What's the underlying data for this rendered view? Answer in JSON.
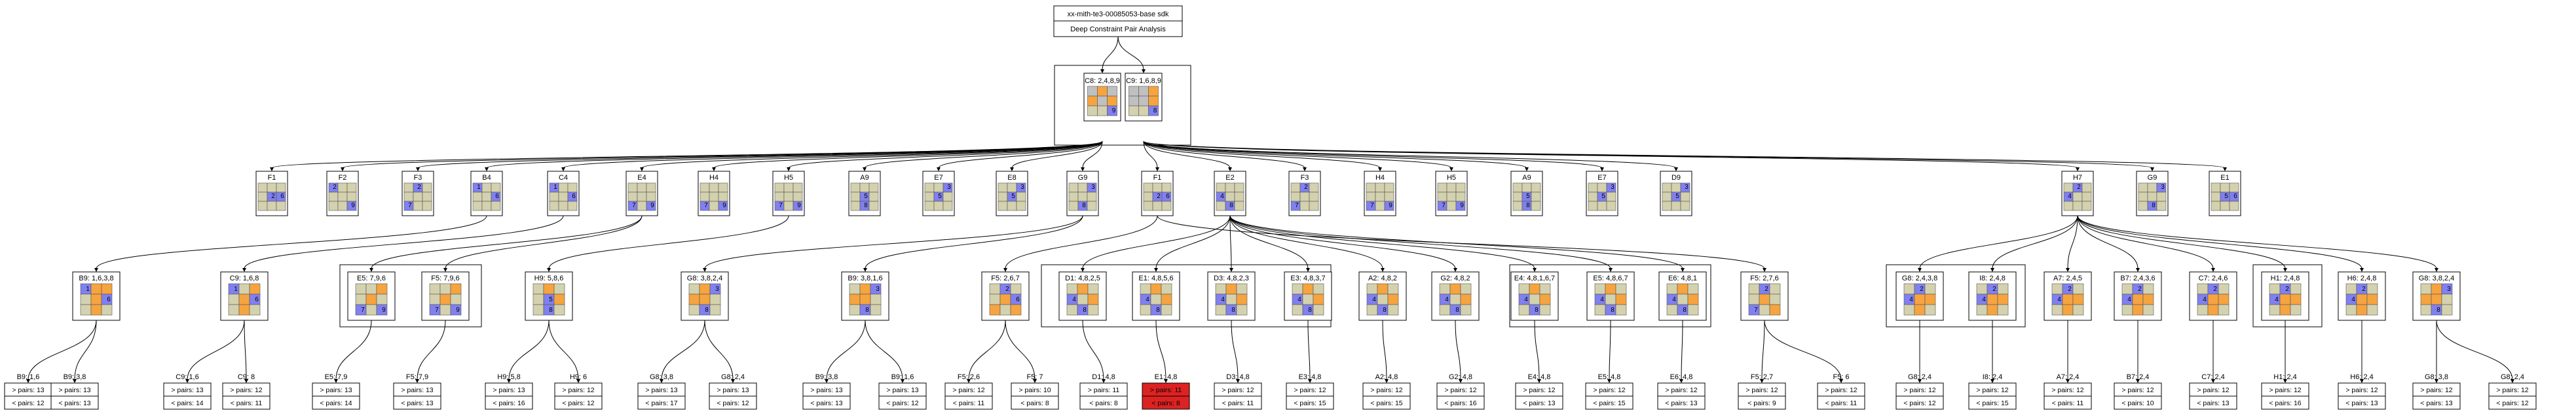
{
  "root": {
    "line1": "xx-mith-te3-00085053-base sdk",
    "line2": "Deep Constraint Pair Analysis"
  },
  "colors": {
    "cell": "#d4d1ae",
    "blue": "#8080f0",
    "orange": "#f6a440",
    "gray": "#c0c0c0",
    "red": "#dd2222",
    "line": "#000000"
  },
  "level1": [
    {
      "title": "C8: 2,4,8,9",
      "marks": {
        "0": "gray",
        "1": "orange",
        "2": "gray",
        "3": "orange",
        "4": "gray",
        "5": "orange",
        "8": "blue"
      },
      "nums": {
        "8": "9"
      }
    },
    {
      "title": "C9: 1,6,8,9",
      "marks": {
        "0": "gray",
        "1": "gray",
        "2": "orange",
        "3": "gray",
        "4": "gray",
        "5": "orange",
        "8": "blue"
      },
      "nums": {
        "8": "8"
      }
    }
  ],
  "level2": [
    {
      "title": "F1",
      "marks": {
        "4": "blue",
        "5": "blue"
      },
      "nums": {
        "4": "2",
        "5": "6"
      }
    },
    {
      "title": "F2",
      "marks": {
        "0": "blue",
        "8": "blue"
      },
      "nums": {
        "0": "2",
        "8": "9"
      }
    },
    {
      "title": "F3",
      "marks": {
        "1": "blue",
        "6": "blue"
      },
      "nums": {
        "1": "2",
        "6": "7"
      }
    },
    {
      "title": "B4",
      "marks": {
        "0": "blue",
        "5": "blue"
      },
      "nums": {
        "0": "1",
        "5": "6"
      }
    },
    {
      "title": "C4",
      "marks": {
        "0": "blue",
        "5": "blue"
      },
      "nums": {
        "0": "1",
        "5": "6"
      }
    },
    {
      "title": "E4",
      "marks": {
        "6": "blue",
        "8": "blue"
      },
      "nums": {
        "6": "7",
        "8": "9"
      }
    },
    {
      "title": "H4",
      "marks": {
        "6": "blue",
        "8": "blue"
      },
      "nums": {
        "6": "7",
        "8": "9"
      }
    },
    {
      "title": "H5",
      "marks": {
        "6": "blue",
        "8": "blue"
      },
      "nums": {
        "6": "7",
        "8": "9"
      }
    },
    {
      "title": "A9",
      "marks": {
        "4": "blue",
        "7": "blue"
      },
      "nums": {
        "4": "5",
        "7": "8"
      }
    },
    {
      "title": "E7",
      "marks": {
        "2": "blue",
        "4": "blue"
      },
      "nums": {
        "2": "3",
        "4": "5"
      }
    },
    {
      "title": "E8",
      "marks": {
        "2": "blue",
        "4": "blue"
      },
      "nums": {
        "2": "3",
        "4": "5"
      }
    },
    {
      "title": "G9",
      "marks": {
        "2": "blue",
        "7": "blue"
      },
      "nums": {
        "2": "3",
        "7": "8"
      }
    },
    {
      "title": "F1",
      "marks": {
        "4": "blue",
        "5": "blue"
      },
      "nums": {
        "4": "2",
        "5": "6"
      }
    },
    {
      "title": "E2",
      "marks": {
        "3": "blue",
        "7": "blue"
      },
      "nums": {
        "3": "4",
        "7": "8"
      }
    },
    {
      "title": "F3",
      "marks": {
        "1": "blue",
        "6": "blue"
      },
      "nums": {
        "1": "2",
        "6": "7"
      }
    },
    {
      "title": "H4",
      "marks": {
        "6": "blue",
        "8": "blue"
      },
      "nums": {
        "6": "7",
        "8": "9"
      }
    },
    {
      "title": "H5",
      "marks": {
        "6": "blue",
        "8": "blue"
      },
      "nums": {
        "6": "7",
        "8": "9"
      }
    },
    {
      "title": "A9",
      "marks": {
        "4": "blue",
        "7": "blue"
      },
      "nums": {
        "4": "5",
        "7": "8"
      }
    },
    {
      "title": "E7",
      "marks": {
        "2": "blue",
        "4": "blue"
      },
      "nums": {
        "2": "3",
        "4": "5"
      }
    },
    {
      "title": "D9",
      "marks": {
        "2": "blue",
        "4": "blue"
      },
      "nums": {
        "2": "3",
        "4": "5"
      }
    },
    {
      "title": "H7",
      "marks": {
        "1": "blue",
        "3": "blue"
      },
      "nums": {
        "1": "2",
        "3": "4"
      }
    },
    {
      "title": "G9",
      "marks": {
        "2": "blue",
        "7": "blue"
      },
      "nums": {
        "2": "3",
        "7": "8"
      }
    },
    {
      "title": "E1",
      "marks": {
        "4": "blue",
        "5": "blue"
      },
      "nums": {
        "4": "5",
        "5": "6"
      }
    }
  ],
  "level3": [
    {
      "title": "B9: 1,6,3,8",
      "marks": {
        "0": "blue",
        "1": "orange",
        "2": "orange",
        "4": "orange",
        "5": "blue",
        "7": "orange"
      },
      "nums": {
        "0": "1",
        "5": "6"
      }
    },
    {
      "title": "C9: 1,6,8",
      "marks": {
        "0": "blue",
        "2": "orange",
        "4": "orange",
        "5": "blue",
        "7": "orange"
      },
      "nums": {
        "0": "1",
        "5": "6"
      }
    },
    {
      "title": "E5: 7,9,6",
      "marks": {
        "2": "orange",
        "4": "orange",
        "6": "blue",
        "8": "blue"
      },
      "nums": {
        "6": "7",
        "8": "9"
      }
    },
    {
      "title": "F5: 7,9,6",
      "marks": {
        "2": "orange",
        "4": "orange",
        "6": "blue",
        "8": "blue"
      },
      "nums": {
        "6": "7",
        "8": "9"
      }
    },
    {
      "title": "H9: 5,8,6",
      "marks": {
        "1": "orange",
        "4": "blue",
        "5": "orange",
        "7": "blue"
      },
      "nums": {
        "4": "5",
        "7": "8"
      }
    },
    {
      "title": "G8: 3,8,2,4",
      "marks": {
        "1": "orange",
        "2": "blue",
        "3": "orange",
        "4": "orange",
        "7": "blue"
      },
      "nums": {
        "2": "3",
        "7": "8"
      }
    },
    {
      "title": "B9: 3,8,1,6",
      "marks": {
        "1": "orange",
        "2": "blue",
        "3": "orange",
        "4": "orange",
        "7": "blue"
      },
      "nums": {
        "2": "3",
        "7": "8"
      }
    },
    {
      "title": "F5: 2,6,7",
      "marks": {
        "1": "blue",
        "4": "orange",
        "5": "blue",
        "6": "orange",
        "8": "orange"
      },
      "nums": {
        "1": "2",
        "5": "6"
      }
    },
    {
      "title": "D1: 4,8,2,5",
      "marks": {
        "1": "orange",
        "3": "blue",
        "5": "orange",
        "7": "blue"
      },
      "nums": {
        "3": "4",
        "7": "8"
      }
    },
    {
      "title": "E1: 4,8,5,6",
      "marks": {
        "1": "orange",
        "3": "blue",
        "5": "orange",
        "7": "blue"
      },
      "nums": {
        "3": "4",
        "7": "8"
      }
    },
    {
      "title": "D3: 4,8,2,3",
      "marks": {
        "1": "orange",
        "3": "blue",
        "5": "orange",
        "7": "blue"
      },
      "nums": {
        "3": "4",
        "7": "8"
      }
    },
    {
      "title": "E3: 4,8,3,7",
      "marks": {
        "1": "orange",
        "3": "blue",
        "5": "orange",
        "7": "blue"
      },
      "nums": {
        "3": "4",
        "7": "8"
      }
    },
    {
      "title": "A2: 4,8,2",
      "marks": {
        "1": "orange",
        "3": "blue",
        "5": "orange",
        "7": "blue"
      },
      "nums": {
        "3": "4",
        "7": "8"
      }
    },
    {
      "title": "G2: 4,8,2",
      "marks": {
        "1": "orange",
        "3": "blue",
        "5": "orange",
        "7": "blue"
      },
      "nums": {
        "3": "4",
        "7": "8"
      }
    },
    {
      "title": "E4: 4,8,1,6,7",
      "marks": {
        "1": "orange",
        "3": "blue",
        "5": "orange",
        "7": "blue"
      },
      "nums": {
        "3": "4",
        "7": "8"
      }
    },
    {
      "title": "E5: 4,8,6,7",
      "marks": {
        "1": "orange",
        "3": "blue",
        "5": "orange",
        "7": "blue"
      },
      "nums": {
        "3": "4",
        "7": "8"
      }
    },
    {
      "title": "E6: 4,8,1",
      "marks": {
        "1": "orange",
        "3": "blue",
        "5": "orange",
        "7": "blue"
      },
      "nums": {
        "3": "4",
        "7": "8"
      }
    },
    {
      "title": "F5: 2,7,6",
      "marks": {
        "1": "blue",
        "4": "orange",
        "6": "blue",
        "8": "orange"
      },
      "nums": {
        "1": "2",
        "6": "7"
      }
    },
    {
      "title": "G8: 2,4,3,8",
      "marks": {
        "1": "blue",
        "3": "blue",
        "4": "orange",
        "5": "orange",
        "7": "orange"
      },
      "nums": {
        "1": "2",
        "3": "4"
      }
    },
    {
      "title": "I8: 2,4,8",
      "marks": {
        "1": "blue",
        "3": "blue",
        "4": "orange",
        "5": "orange",
        "7": "orange"
      },
      "nums": {
        "1": "2",
        "3": "4"
      }
    },
    {
      "title": "A7: 2,4,5",
      "marks": {
        "1": "blue",
        "3": "blue",
        "4": "orange",
        "5": "orange",
        "7": "orange"
      },
      "nums": {
        "1": "2",
        "3": "4"
      }
    },
    {
      "title": "B7: 2,4,3,6",
      "marks": {
        "1": "blue",
        "3": "blue",
        "4": "orange",
        "5": "orange",
        "7": "orange"
      },
      "nums": {
        "1": "2",
        "3": "4"
      }
    },
    {
      "title": "C7: 2,4,6",
      "marks": {
        "1": "blue",
        "3": "blue",
        "4": "orange",
        "5": "orange",
        "7": "orange"
      },
      "nums": {
        "1": "2",
        "3": "4"
      }
    },
    {
      "title": "H1: 2,4,8",
      "marks": {
        "1": "blue",
        "3": "blue",
        "4": "orange",
        "5": "orange",
        "7": "orange"
      },
      "nums": {
        "1": "2",
        "3": "4"
      }
    },
    {
      "title": "H6: 2,4,8",
      "marks": {
        "1": "blue",
        "3": "blue",
        "4": "orange",
        "5": "orange",
        "7": "orange"
      },
      "nums": {
        "1": "2",
        "3": "4"
      }
    },
    {
      "title": "G8: 3,8,2,4",
      "marks": {
        "1": "orange",
        "2": "blue",
        "3": "orange",
        "4": "orange",
        "7": "blue"
      },
      "nums": {
        "2": "3",
        "7": "8"
      }
    }
  ],
  "leaves": [
    {
      "title": "B9: 1,6",
      "l1": "> pairs: 13",
      "l2": "< pairs: 12"
    },
    {
      "title": "B9: 3,8",
      "l1": "> pairs: 13",
      "l2": "< pairs: 13"
    },
    {
      "title": "C9: 1,6",
      "l1": "> pairs: 13",
      "l2": "< pairs: 14"
    },
    {
      "title": "C9: 8",
      "l1": "> pairs: 12",
      "l2": "< pairs: 11"
    },
    {
      "title": "E5: 7,9",
      "l1": "> pairs: 13",
      "l2": "< pairs: 14"
    },
    {
      "title": "F5: 7,9",
      "l1": "> pairs: 13",
      "l2": "< pairs: 13"
    },
    {
      "title": "H9: 5,8",
      "l1": "> pairs: 13",
      "l2": "< pairs: 16"
    },
    {
      "title": "H9: 6",
      "l1": "> pairs: 12",
      "l2": "< pairs: 12"
    },
    {
      "title": "G8: 3,8",
      "l1": "> pairs: 13",
      "l2": "< pairs: 17"
    },
    {
      "title": "G8: 2,4",
      "l1": "> pairs: 13",
      "l2": "< pairs: 12"
    },
    {
      "title": "B9: 3,8",
      "l1": "> pairs: 13",
      "l2": "< pairs: 13"
    },
    {
      "title": "B9: 1,6",
      "l1": "> pairs: 13",
      "l2": "< pairs: 12"
    },
    {
      "title": "F5: 2,6",
      "l1": "> pairs: 12",
      "l2": "< pairs: 11"
    },
    {
      "title": "F5: 7",
      "l1": "> pairs: 10",
      "l2": "< pairs: 8"
    },
    {
      "title": "D1: 4,8",
      "l1": "> pairs: 11",
      "l2": "< pairs: 8"
    },
    {
      "title": "E1: 4,8",
      "l1": "> pairs: 11",
      "l2": "< pairs: 8",
      "red": true
    },
    {
      "title": "D3: 4,8",
      "l1": "> pairs: 12",
      "l2": "< pairs: 11"
    },
    {
      "title": "E3: 4,8",
      "l1": "> pairs: 12",
      "l2": "< pairs: 15"
    },
    {
      "title": "A2: 4,8",
      "l1": "> pairs: 12",
      "l2": "< pairs: 15"
    },
    {
      "title": "G2: 4,8",
      "l1": "> pairs: 12",
      "l2": "< pairs: 16"
    },
    {
      "title": "E4: 4,8",
      "l1": "> pairs: 12",
      "l2": "< pairs: 13"
    },
    {
      "title": "E5: 4,8",
      "l1": "> pairs: 12",
      "l2": "< pairs: 15"
    },
    {
      "title": "E6: 4,8",
      "l1": "> pairs: 12",
      "l2": "< pairs: 13"
    },
    {
      "title": "F5: 2,7",
      "l1": "> pairs: 12",
      "l2": "< pairs: 9"
    },
    {
      "title": "F5: 6",
      "l1": "> pairs: 12",
      "l2": "< pairs: 11"
    },
    {
      "title": "G8: 2,4",
      "l1": "> pairs: 12",
      "l2": "< pairs: 12"
    },
    {
      "title": "I8: 2,4",
      "l1": "> pairs: 12",
      "l2": "< pairs: 15"
    },
    {
      "title": "A7: 2,4",
      "l1": "> pairs: 12",
      "l2": "< pairs: 11"
    },
    {
      "title": "B7: 2,4",
      "l1": "> pairs: 12",
      "l2": "< pairs: 10"
    },
    {
      "title": "C7: 2,4",
      "l1": "> pairs: 12",
      "l2": "< pairs: 13"
    },
    {
      "title": "H1: 2,4",
      "l1": "> pairs: 12",
      "l2": "< pairs: 16"
    },
    {
      "title": "H6: 2,4",
      "l1": "> pairs: 12",
      "l2": "< pairs: 13"
    },
    {
      "title": "G8: 3,8",
      "l1": "> pairs: 12",
      "l2": "< pairs: 13"
    },
    {
      "title": "G8: 2,4",
      "l1": "> pairs: 12",
      "l2": "< pairs: 12"
    }
  ]
}
